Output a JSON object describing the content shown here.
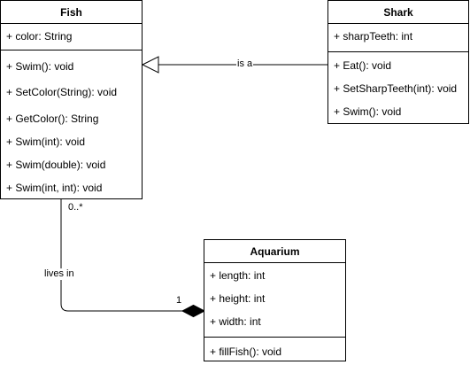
{
  "classes": {
    "fish": {
      "name": "Fish",
      "attributes": [
        "+ color: String"
      ],
      "methods": [
        "+ Swim(): void",
        "+ SetColor(String): void",
        "+ GetColor(): String",
        "+ Swim(int): void",
        "+ Swim(double): void",
        "+ Swim(int, int): void"
      ]
    },
    "shark": {
      "name": "Shark",
      "attributes": [
        "+ sharpTeeth: int"
      ],
      "methods": [
        "+ Eat(): void",
        "+ SetSharpTeeth(int): void",
        "+ Swim(): void"
      ]
    },
    "aquarium": {
      "name": "Aquarium",
      "attributes": [
        "+ length: int",
        "+ height: int",
        "+ width: int"
      ],
      "methods": [
        "+ fillFish(): void"
      ]
    }
  },
  "relationships": {
    "inheritance": {
      "label": "is a",
      "type": "generalization"
    },
    "composition": {
      "label": "lives in",
      "type": "composition",
      "source_multiplicity": "0..*",
      "target_multiplicity": "1"
    }
  },
  "colors": {
    "line": "#000000",
    "fill": "#ffffff"
  }
}
